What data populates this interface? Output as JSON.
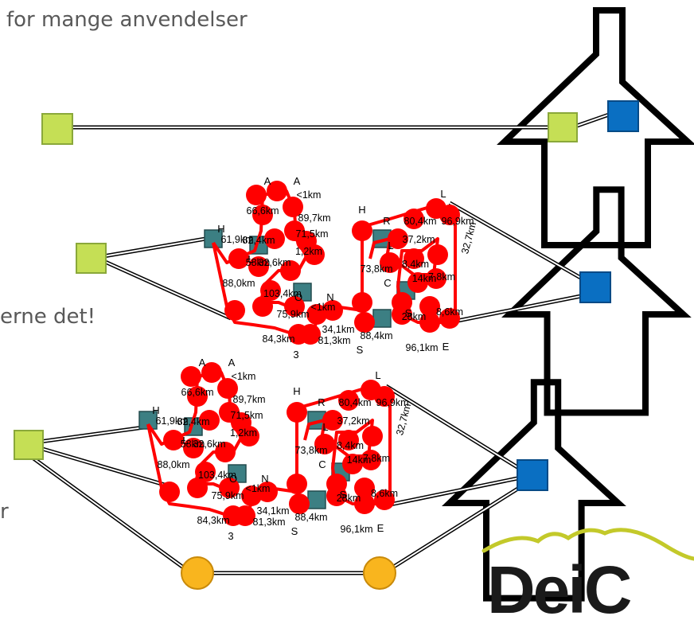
{
  "slide": {
    "heading_fragment": "for mange anvendelser",
    "middle_fragment": "erne det!",
    "lower_fragment": "r"
  },
  "logo": {
    "text": "DeiC",
    "color": "#1a1a1a",
    "arc_color": "#c3c92a"
  },
  "colors": {
    "endpoint_green": "#c5df55",
    "endpoint_blue": "#0a6fc2",
    "route_red": "#ff0000",
    "node_teal": "#3c7f83",
    "router_orange": "#f9b51e",
    "house_outline": "#000000"
  },
  "network": {
    "city_labels": [
      "A",
      "A",
      "H",
      "L",
      "O",
      "N",
      "H",
      "R",
      "L",
      "C",
      "S",
      "E",
      "S",
      "3",
      "L"
    ],
    "distance_labels": [
      "<1km",
      "66,6km",
      "89,7km",
      "71,5km",
      "61,9km",
      "82,4km",
      "1,2km",
      "58km",
      "32,6km",
      "88,0km",
      "103,4km",
      "75,9km",
      "<1km",
      "84,3km",
      "34,1km",
      "81,3km",
      "88,4km",
      "80,4km",
      "96,9km",
      "37,2km",
      "32,7km",
      "73,8km",
      "8,4km",
      "14km",
      "7,8km",
      "28km",
      "8,6km",
      "96,1km"
    ]
  }
}
